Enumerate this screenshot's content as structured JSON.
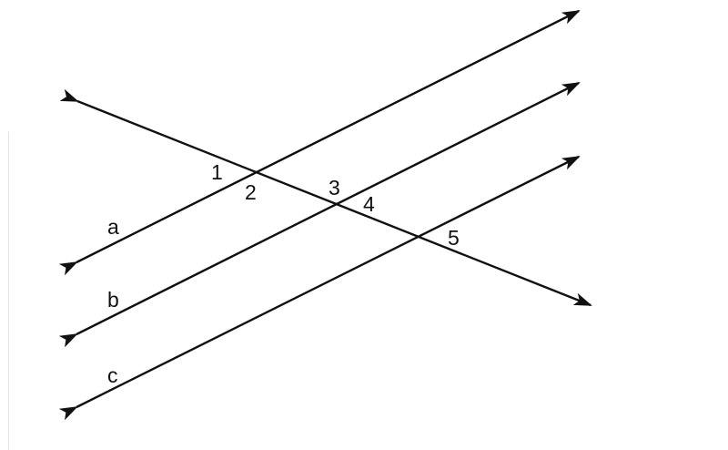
{
  "diagram": {
    "line_color": "#111111",
    "line_labels": {
      "a": "a",
      "b": "b",
      "c": "c"
    },
    "angle_labels": {
      "one": "1",
      "two": "2",
      "three": "3",
      "four": "4",
      "five": "5"
    }
  }
}
